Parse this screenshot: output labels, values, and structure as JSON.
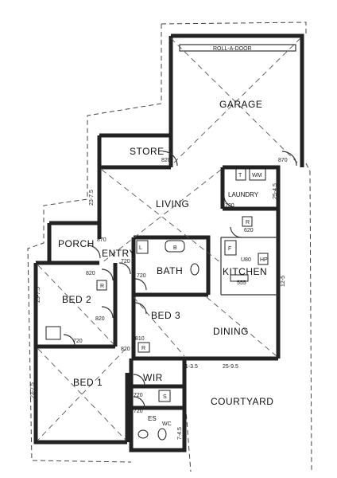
{
  "rooms": {
    "garage": "GARAGE",
    "store": "STORE",
    "living": "LIVING",
    "laundry": "LAUNDRY",
    "porch": "PORCH",
    "entry": "ENTRY",
    "bath": "BATH",
    "kitchen": "KITCHEN",
    "bed2": "BED 2",
    "bed3": "BED 3",
    "dining": "DINING",
    "wir": "WIR",
    "bed1": "BED 1",
    "courtyard": "COURTYARD",
    "es": "ES"
  },
  "labels": {
    "roll_door": "ROLL-A-DOOR",
    "t": "T",
    "wm": "WM",
    "b": "B",
    "f": "F",
    "r": "R",
    "s": "S",
    "wc": "WC",
    "l": "L",
    "hp": "HP",
    "u80": "U80",
    "s55": "555"
  },
  "doors": {
    "store": "820",
    "garage_side": "870",
    "laundry": "720",
    "kitchen": "620",
    "porch": "870",
    "entry": "720",
    "bath": "720",
    "bed2_top": "820",
    "bed2_bottom": "820",
    "bed3": "810",
    "bed3_lower": "820",
    "bed1_robe": "720",
    "wir": "720",
    "ensuite": "720"
  },
  "dimensions": {
    "d1": "23-7.5",
    "d2": "25-4.5",
    "d3": "12-5",
    "d4": "23-7.5",
    "d5": "23-7.5",
    "d6": "21-3.5",
    "d7": "25-9.5",
    "d8": "7-4.5"
  }
}
